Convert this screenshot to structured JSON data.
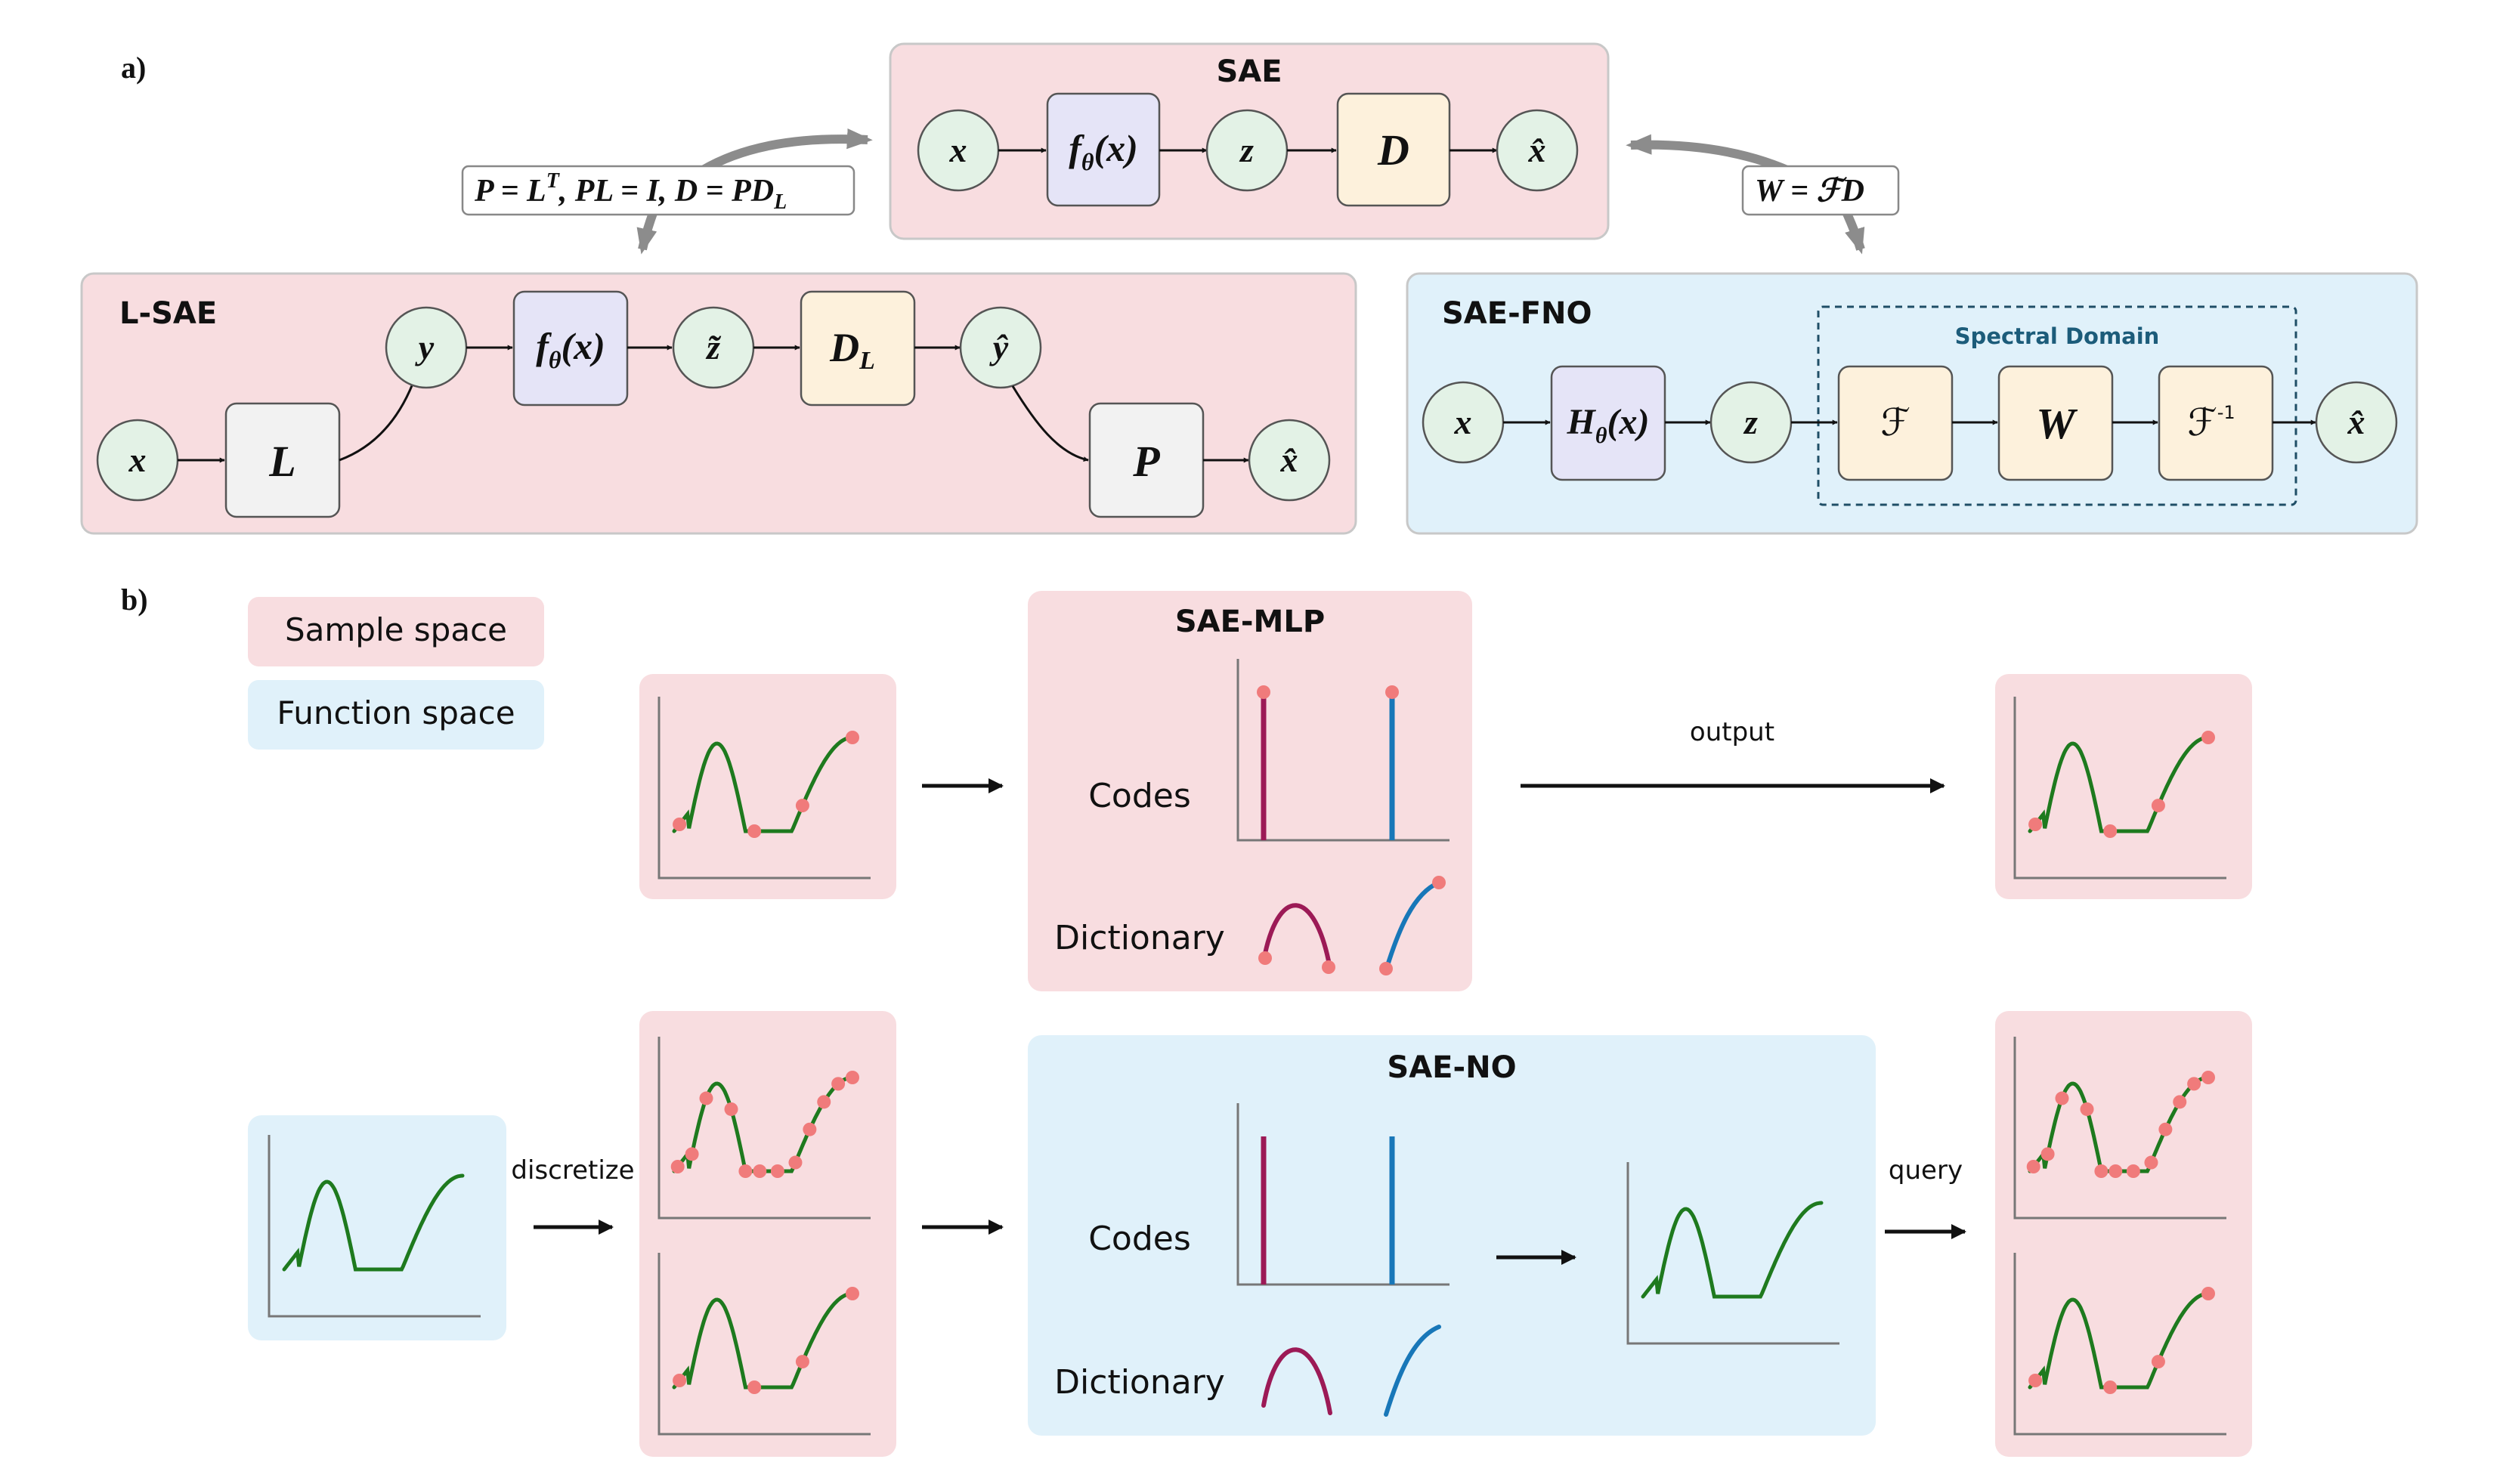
{
  "panel_a": {
    "label": "a)",
    "sae": {
      "title": "SAE",
      "nodes": [
        "x",
        "f",
        "θ",
        "(x)",
        "z",
        "D",
        "x̂"
      ]
    },
    "relation_left": {
      "parts": [
        "P = L",
        "T",
        ", PL = I, D = PD",
        "L"
      ]
    },
    "relation_right": {
      "parts": [
        "W = ",
        "ℱ",
        "D"
      ]
    },
    "lsae": {
      "title": "L-SAE",
      "nodes": [
        "x",
        "L",
        "y",
        "f",
        "θ",
        "(x)",
        "z̃",
        "D",
        "L",
        "ŷ",
        "P",
        "x̂"
      ]
    },
    "saefno": {
      "title": "SAE-FNO",
      "spectral_label": "Spectral Domain",
      "nodes": [
        "x",
        "H",
        "θ",
        "(x)",
        "z",
        "ℱ",
        "W",
        "ℱ",
        "-1",
        "x̂"
      ]
    }
  },
  "panel_b": {
    "label": "b)",
    "legend": {
      "sample_space": "Sample space",
      "function_space": "Function space"
    },
    "sae_mlp": {
      "title": "SAE-MLP",
      "codes_label": "Codes",
      "dictionary_label": "Dictionary",
      "output_label": "output"
    },
    "sae_no": {
      "title": "SAE-NO",
      "codes_label": "Codes",
      "dictionary_label": "Dictionary",
      "discretize_label": "discretize",
      "query_label": "query"
    }
  },
  "colors": {
    "pink_panel": "#f8dde0",
    "blue_panel": "#e0f1fa",
    "node_green": "#e3f2e6",
    "node_lavender": "#e5e4f7",
    "node_cream": "#fdf1dc",
    "node_gray": "#f2f2f2",
    "curve_green": "#1e7a1e",
    "sample_dot": "#f07b7b",
    "code_maroon": "#9c1a56",
    "code_blue": "#1877b8",
    "gray_arrow": "#8c8c8c",
    "spectral_text": "#1c5c7a"
  }
}
